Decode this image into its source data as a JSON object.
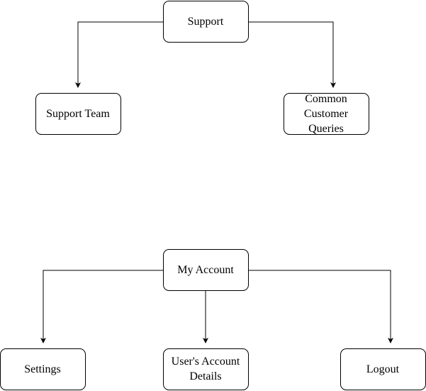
{
  "diagrams": [
    {
      "root": "Support",
      "children": [
        "Support Team",
        "Common Customer Queries"
      ]
    },
    {
      "root": "My Account",
      "children": [
        "Settings",
        "User's Account Details",
        "Logout"
      ]
    }
  ],
  "colors": {
    "stroke": "#000000",
    "fill": "#ffffff",
    "text": "#000000"
  }
}
